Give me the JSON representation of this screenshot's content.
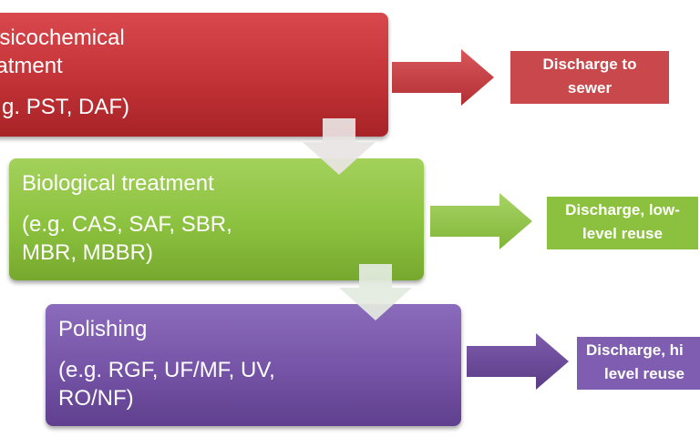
{
  "stages": [
    {
      "title": "hysicochemical reatment",
      "examples": "(e.g. PST, DAF)",
      "color": "#c23236"
    },
    {
      "title": "Biological treatment",
      "examples": "(e.g. CAS, SAF, SBR, MBR, MBBR)",
      "color": "#8cc13f"
    },
    {
      "title": "Polishing",
      "examples": "(e.g. RGF, UF/MF, UV, RO/NF)",
      "color": "#7553a6"
    }
  ],
  "stage_lines": {
    "physico_title_1": "hysicochemical",
    "physico_title_2": "reatment",
    "physico_examples": "(e.g. PST, DAF)",
    "bio_title": "Biological treatment",
    "bio_examples_1": "(e.g. CAS, SAF, SBR,",
    "bio_examples_2": "MBR, MBBR)",
    "polish_title": "Polishing",
    "polish_examples_1": "(e.g. RGF, UF/MF, UV,",
    "polish_examples_2": "RO/NF)"
  },
  "outcomes": {
    "sewer_1": "Discharge to",
    "sewer_2": "sewer",
    "low_1": "Discharge, low-",
    "low_2": "level reuse",
    "high_1": "Discharge, hi",
    "high_2": "level reuse"
  },
  "colors": {
    "red": "#c23236",
    "green": "#8cc13f",
    "purple": "#7553a6",
    "down_arrow": "#e8e3e3"
  }
}
